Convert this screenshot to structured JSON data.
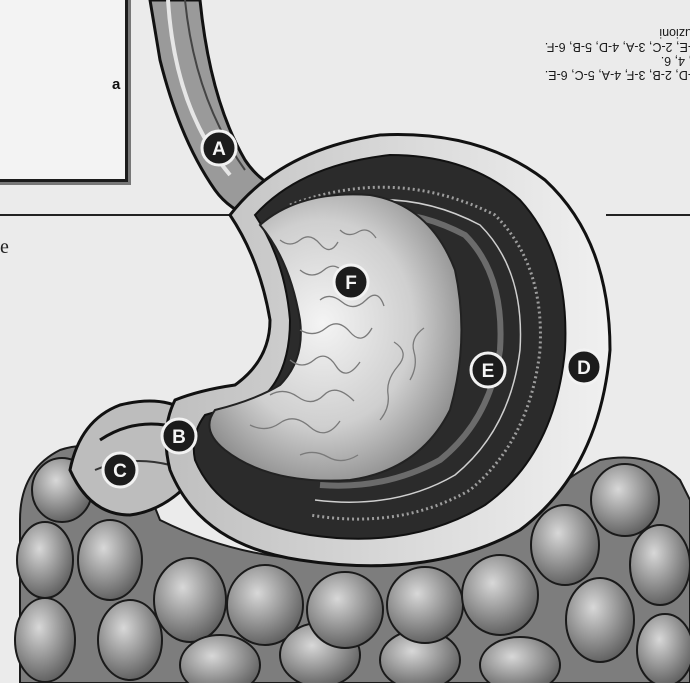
{
  "corner_box": {
    "partial_letter": "a"
  },
  "side_text": {
    "partial_letter": "e"
  },
  "upside_down_answers": {
    "heading_fragment": "uzioni",
    "line1": "-E, 2-C, 3-A, 4-D, 5-B, 6-F.",
    "line2": ", 4, 6.",
    "line3": "-D, 2-B, 3-F, 4-A, 5-C, 6-E."
  },
  "labels": [
    {
      "id": "A",
      "letter": "A"
    },
    {
      "id": "B",
      "letter": "B"
    },
    {
      "id": "C",
      "letter": "C"
    },
    {
      "id": "D",
      "letter": "D"
    },
    {
      "id": "E",
      "letter": "E"
    },
    {
      "id": "F",
      "letter": "F"
    }
  ],
  "colors": {
    "paper": "#ebebeb",
    "ink": "#111111",
    "mucosa": "#c9c9c9",
    "muscle_dark": "#2a2a2a",
    "outer_layer": "#d6d6d6",
    "intestine": "#8e8e8e"
  }
}
